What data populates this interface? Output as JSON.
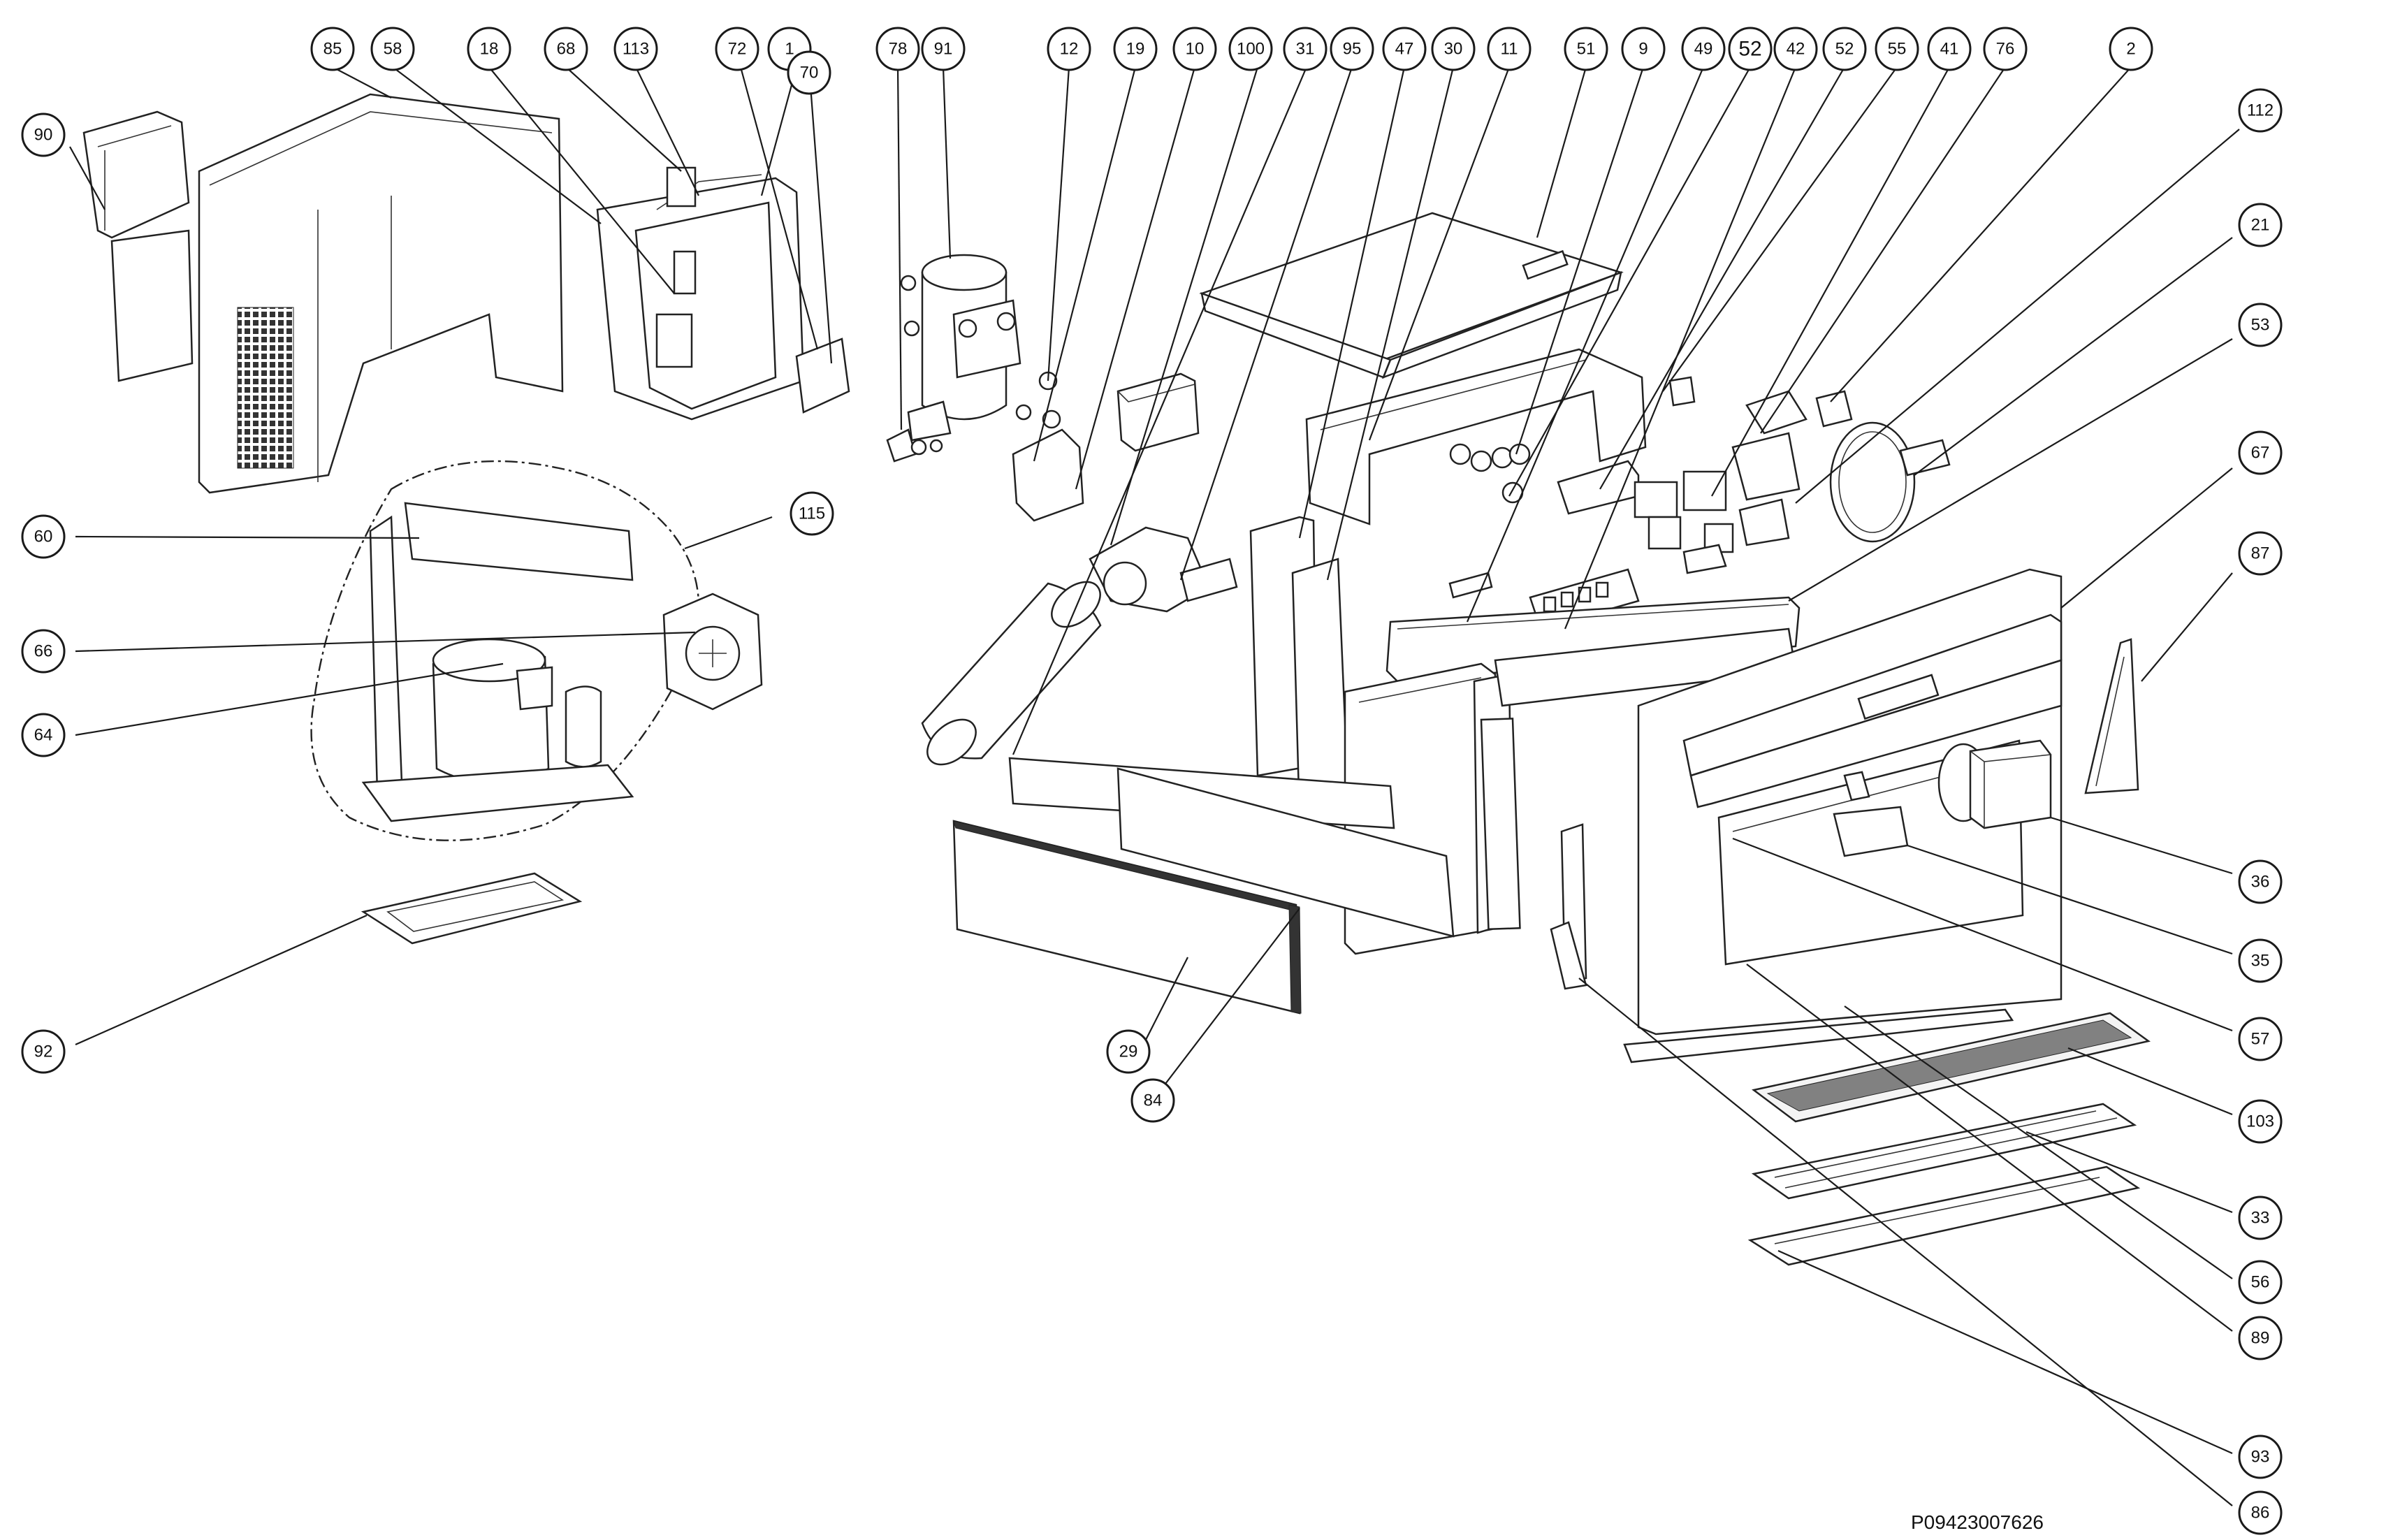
{
  "document": {
    "number": "P09423007626"
  },
  "balloons": [
    {
      "id": "b85",
      "label": "85"
    },
    {
      "id": "b58",
      "label": "58"
    },
    {
      "id": "b18",
      "label": "18"
    },
    {
      "id": "b68",
      "label": "68"
    },
    {
      "id": "b113",
      "label": "113"
    },
    {
      "id": "b72",
      "label": "72"
    },
    {
      "id": "b1",
      "label": "1"
    },
    {
      "id": "b70",
      "label": "70"
    },
    {
      "id": "b78",
      "label": "78"
    },
    {
      "id": "b91",
      "label": "91"
    },
    {
      "id": "b12",
      "label": "12"
    },
    {
      "id": "b19",
      "label": "19"
    },
    {
      "id": "b10",
      "label": "10"
    },
    {
      "id": "b100",
      "label": "100"
    },
    {
      "id": "b31",
      "label": "31"
    },
    {
      "id": "b95",
      "label": "95"
    },
    {
      "id": "b47",
      "label": "47"
    },
    {
      "id": "b30",
      "label": "30"
    },
    {
      "id": "b11",
      "label": "11"
    },
    {
      "id": "b51",
      "label": "51"
    },
    {
      "id": "b9",
      "label": "9"
    },
    {
      "id": "b49",
      "label": "49"
    },
    {
      "id": "b52a",
      "label": "52"
    },
    {
      "id": "b42",
      "label": "42"
    },
    {
      "id": "b52b",
      "label": "52"
    },
    {
      "id": "b55",
      "label": "55"
    },
    {
      "id": "b41",
      "label": "41"
    },
    {
      "id": "b76",
      "label": "76"
    },
    {
      "id": "b2",
      "label": "2"
    },
    {
      "id": "b90",
      "label": "90"
    },
    {
      "id": "b112",
      "label": "112"
    },
    {
      "id": "b21",
      "label": "21"
    },
    {
      "id": "b53",
      "label": "53"
    },
    {
      "id": "b67",
      "label": "67"
    },
    {
      "id": "b87",
      "label": "87"
    },
    {
      "id": "b60",
      "label": "60"
    },
    {
      "id": "b115",
      "label": "115"
    },
    {
      "id": "b66",
      "label": "66"
    },
    {
      "id": "b64",
      "label": "64"
    },
    {
      "id": "b92",
      "label": "92"
    },
    {
      "id": "b29",
      "label": "29"
    },
    {
      "id": "b84",
      "label": "84"
    },
    {
      "id": "b36",
      "label": "36"
    },
    {
      "id": "b35",
      "label": "35"
    },
    {
      "id": "b57",
      "label": "57"
    },
    {
      "id": "b103",
      "label": "103"
    },
    {
      "id": "b33",
      "label": "33"
    },
    {
      "id": "b56",
      "label": "56"
    },
    {
      "id": "b89",
      "label": "89"
    },
    {
      "id": "b93",
      "label": "93"
    },
    {
      "id": "b86",
      "label": "86"
    }
  ]
}
